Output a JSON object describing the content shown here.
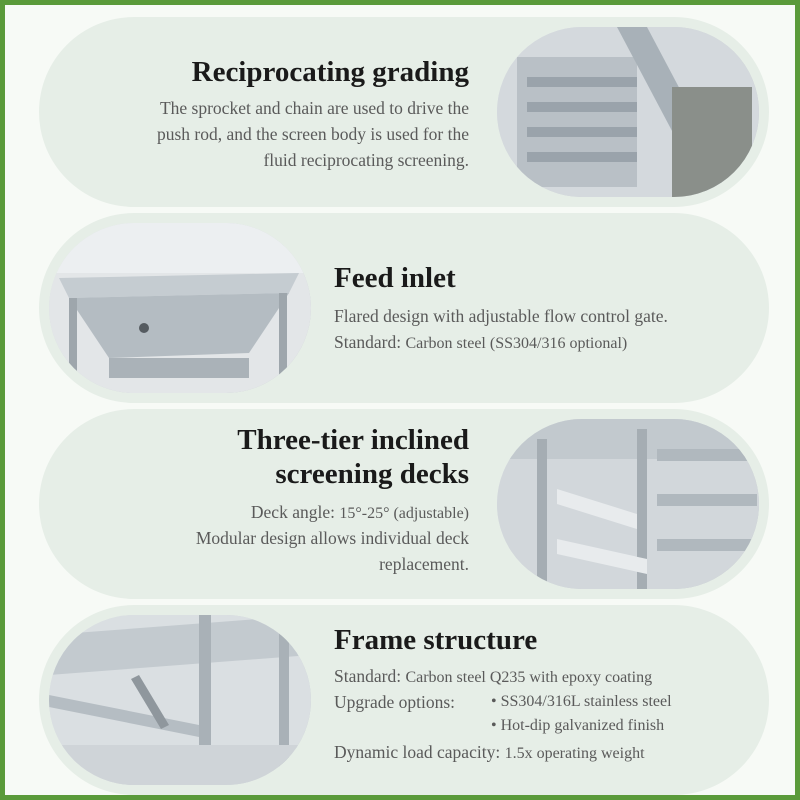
{
  "sections": [
    {
      "title": "Reciprocating grading",
      "text_lines": [
        "The sprocket and chain are used to drive the",
        "push rod, and the screen body is used for the",
        "fluid reciprocating screening."
      ]
    },
    {
      "title": "Feed inlet",
      "line1": "Flared design with adjustable flow control gate.",
      "standard_label": "Standard:",
      "standard_value": "Carbon steel (SS304/316 optional)"
    },
    {
      "title_lines": [
        "Three-tier inclined",
        "screening decks"
      ],
      "angle_label": "Deck angle:",
      "angle_value": "15°-25° (adjustable)",
      "text_lines": [
        "Modular design allows individual deck",
        "replacement."
      ]
    },
    {
      "title": "Frame structure",
      "standard_label": "Standard:",
      "standard_value": "Carbon steel Q235 with epoxy coating",
      "upgrade_label": "Upgrade options:",
      "upgrade_items": [
        "• SS304/316L stainless steel",
        "• Hot-dip galvanized finish"
      ],
      "load_label": "Dynamic load capacity:",
      "load_value": "1.5x operating weight"
    }
  ],
  "colors": {
    "border": "#5a9a3a",
    "card": "#e6eee7",
    "title": "#1a1a1a",
    "text": "#5a5a5a"
  }
}
